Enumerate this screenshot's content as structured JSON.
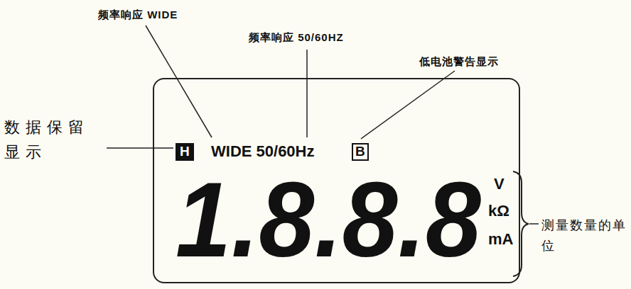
{
  "diagram": {
    "nodes": [
      {
        "text": [
          "H",
          "WIDE 50/60Hz",
          "B",
          "1.8.8.8",
          "V",
          "kΩ",
          "mA"
        ]
      }
    ],
    "labels": [
      "频率响应 WIDE",
      "频率响应 50/60HZ",
      "低电池警告显示",
      "数据保留 显示",
      "测量数量的单 位"
    ]
  }
}
